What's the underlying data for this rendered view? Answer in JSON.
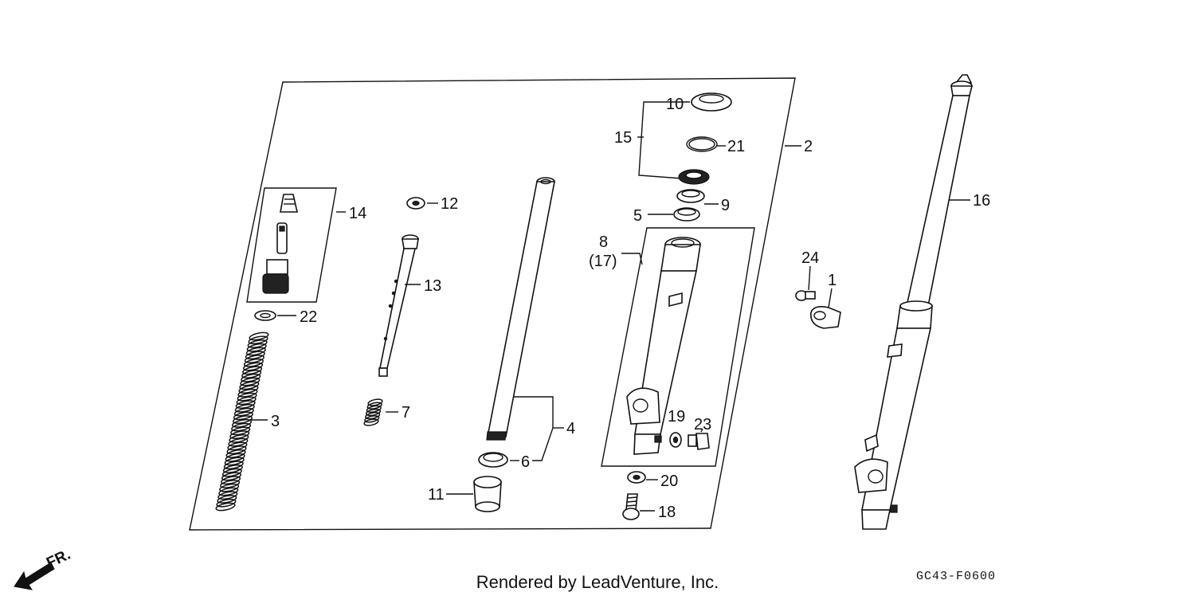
{
  "labels": {
    "p1": "1",
    "p2": "2",
    "p3": "3",
    "p4": "4",
    "p5": "5",
    "p6": "6",
    "p7": "7",
    "p8": "8",
    "p8b": "(17)",
    "p9": "9",
    "p10": "10",
    "p11": "11",
    "p12": "12",
    "p13": "13",
    "p14": "14",
    "p15": "15",
    "p16": "16",
    "p18": "18",
    "p19": "19",
    "p20": "20",
    "p21": "21",
    "p22": "22",
    "p23": "23",
    "p24": "24"
  },
  "direction_label": "FR.",
  "footer": "Rendered by LeadVenture, Inc.",
  "diagram_code": "GC43-F0600"
}
